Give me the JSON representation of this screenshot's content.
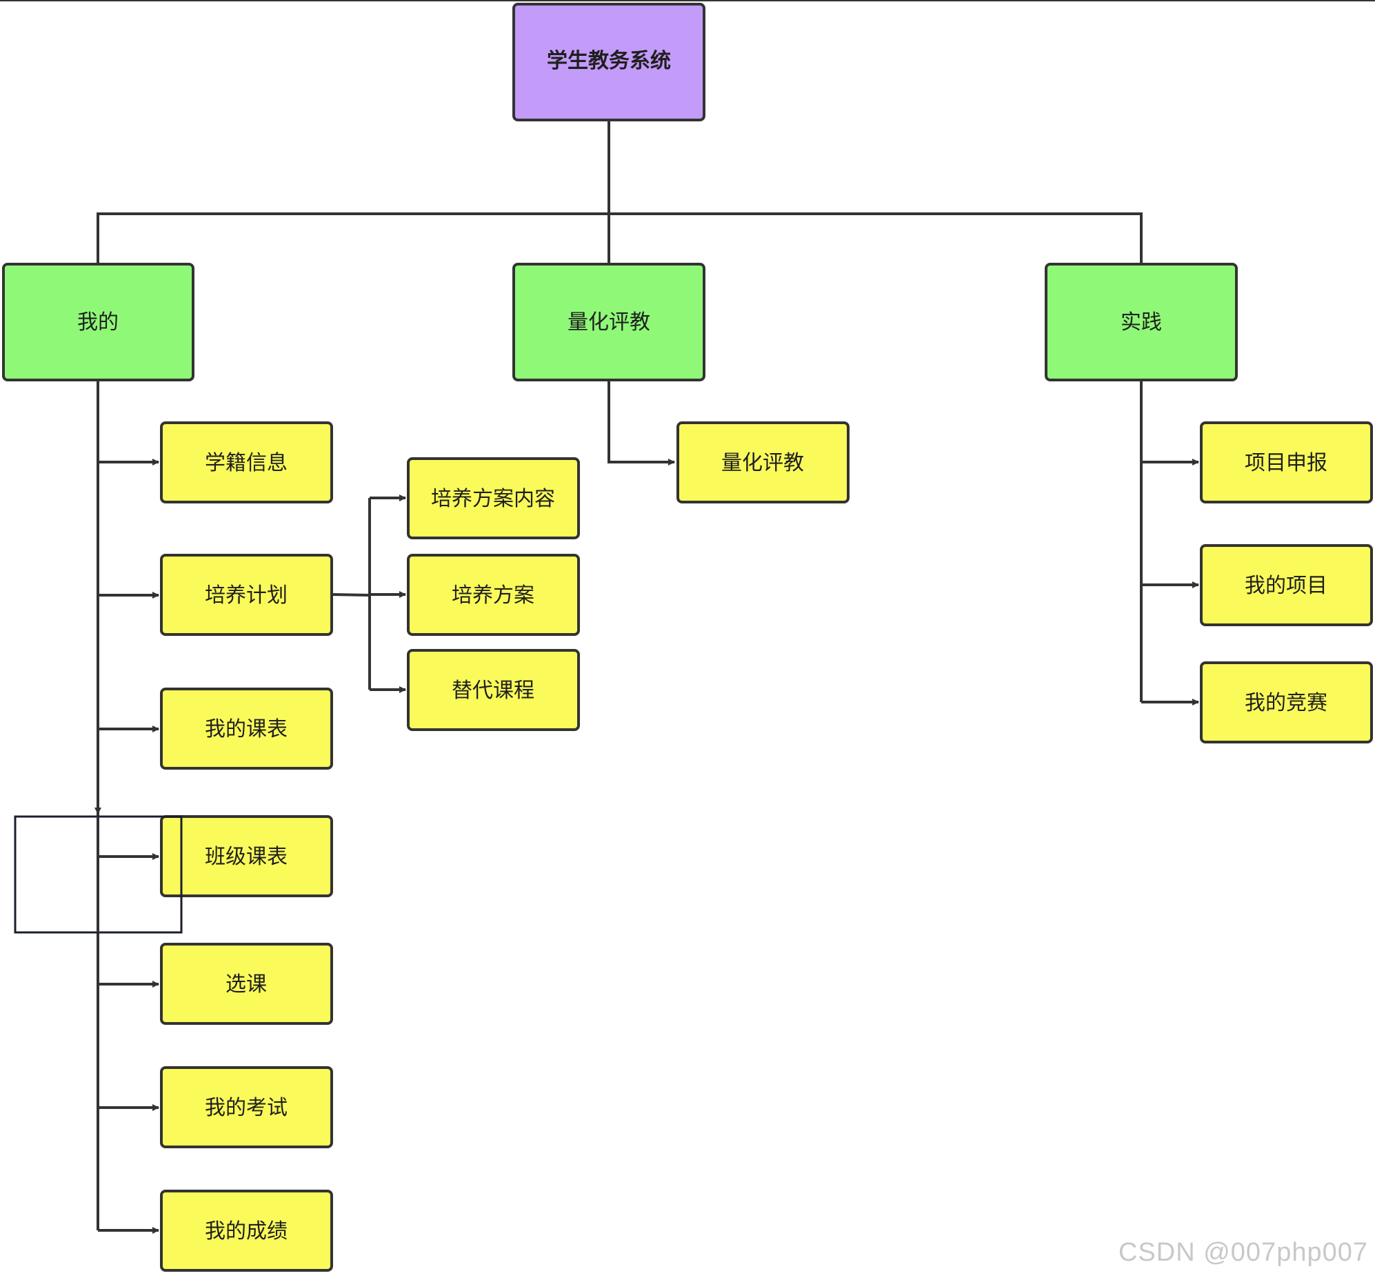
{
  "colors": {
    "root": "#C39BF9",
    "level1": "#8FF977",
    "level2": "#FAFA5A",
    "stroke": "#333333",
    "line": "#333333"
  },
  "nodes": {
    "root": "学生教务系统",
    "mine": "我的",
    "quant": "量化评教",
    "practice": "实践",
    "xueji": "学籍信息",
    "peiyang_plan": "培养计划",
    "my_timetable": "我的课表",
    "class_timetable": "班级课表",
    "xuanke": "选课",
    "my_exam": "我的考试",
    "my_grades": "我的成绩",
    "plan_content": "培养方案内容",
    "plan": "培养方案",
    "substitute": "替代课程",
    "quant_child": "量化评教",
    "project_apply": "项目申报",
    "my_project": "我的项目",
    "my_contest": "我的竞赛"
  },
  "watermark": "CSDN @007php007"
}
